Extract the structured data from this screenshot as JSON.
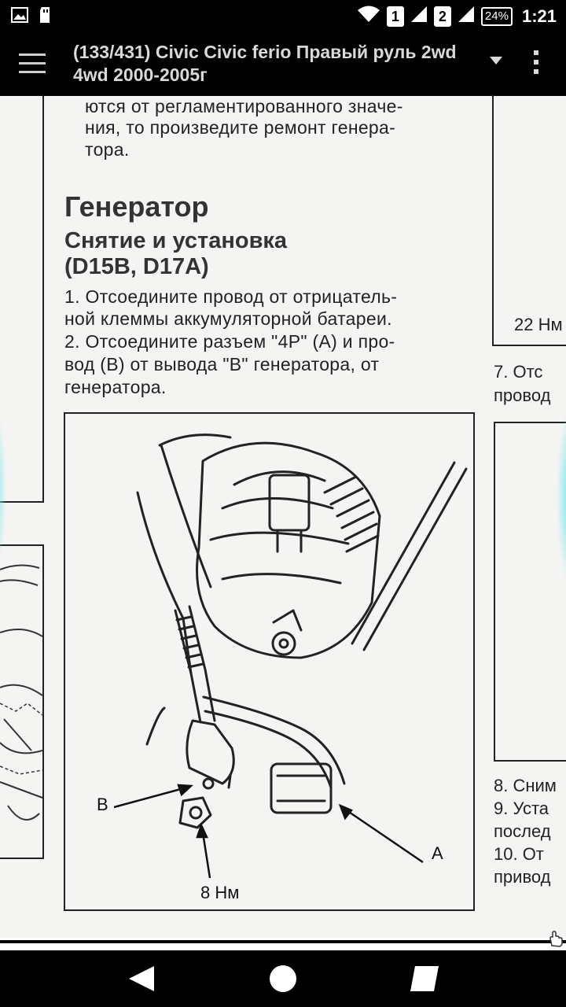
{
  "status": {
    "sim1": "1",
    "sim2": "2",
    "battery": "24%",
    "time": "1:21"
  },
  "app": {
    "title": "(133/431) Civic Civic ferio Правый руль 2wd 4wd 2000-2005г"
  },
  "doc": {
    "intro_lines": [
      "ются от регламентированного значе-",
      "ния, то произведите ремонт генера-",
      "тора."
    ],
    "heading": "Генератор",
    "subheading_line1": "Снятие и установка",
    "subheading_line2": "(D15B, D17A)",
    "step1_lines": [
      "1. Отсоедините провод от отрицатель-",
      "ной клеммы аккумуляторной батареи."
    ],
    "step2_lines": [
      "2. Отсоедините разъем \"4P\" (A) и про-",
      "вод (B) от вывода \"B\" генератора, от",
      "генератора."
    ],
    "figure": {
      "label_b": "B",
      "label_a": "A",
      "torque": "8 Нм"
    },
    "right_column": {
      "torque": "22 Нм",
      "step7_a": "7. Отс",
      "step7_b": "провод",
      "step8": "8. Сним",
      "step9_a": "9. Уста",
      "step9_b": "послед",
      "step10_a": "10. От",
      "step10_b": "привод"
    }
  },
  "icons": {
    "status_left": [
      "image-icon",
      "sd-card-icon"
    ],
    "status_right": [
      "wifi-icon",
      "signal-icon",
      "battery-icon"
    ],
    "nav": [
      "back-icon",
      "home-icon",
      "recents-icon"
    ]
  }
}
